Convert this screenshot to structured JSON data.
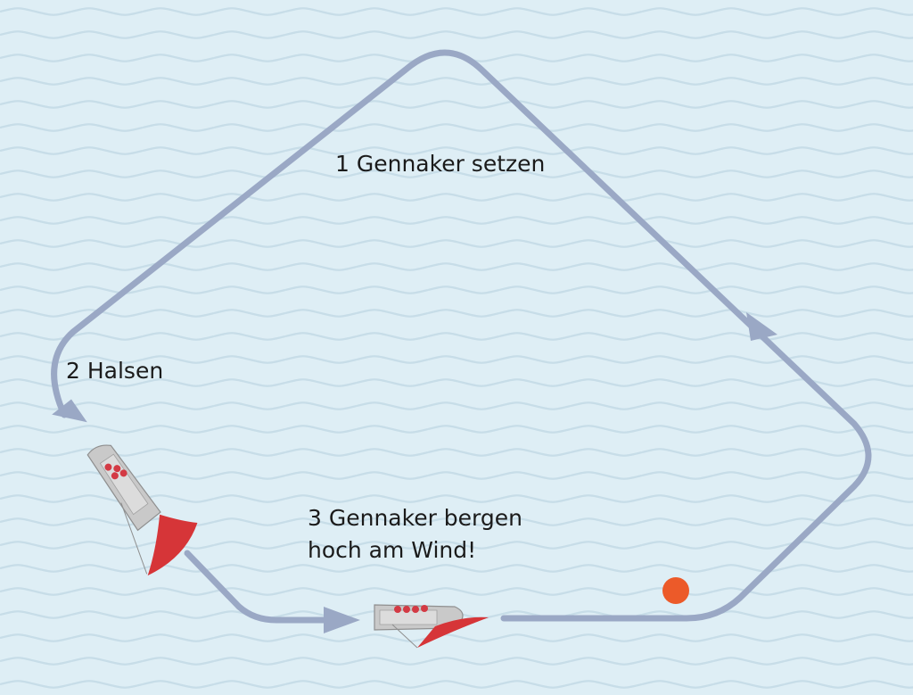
{
  "labels": {
    "step1": "1 Gennaker setzen",
    "step2": "2 Halsen",
    "step3_line1": "3 Gennaker bergen",
    "step3_line2": "hoch am Wind!"
  },
  "colors": {
    "water": "#deeef5",
    "wave": "#c7dde8",
    "course": "#9aa8c5",
    "mark": "#ec5a29",
    "gennaker": "#d63538",
    "hull": "#c9c9c9",
    "crew": "#d33a44"
  },
  "icons": {
    "boat": "sailboat-icon",
    "mark": "buoy-icon"
  }
}
